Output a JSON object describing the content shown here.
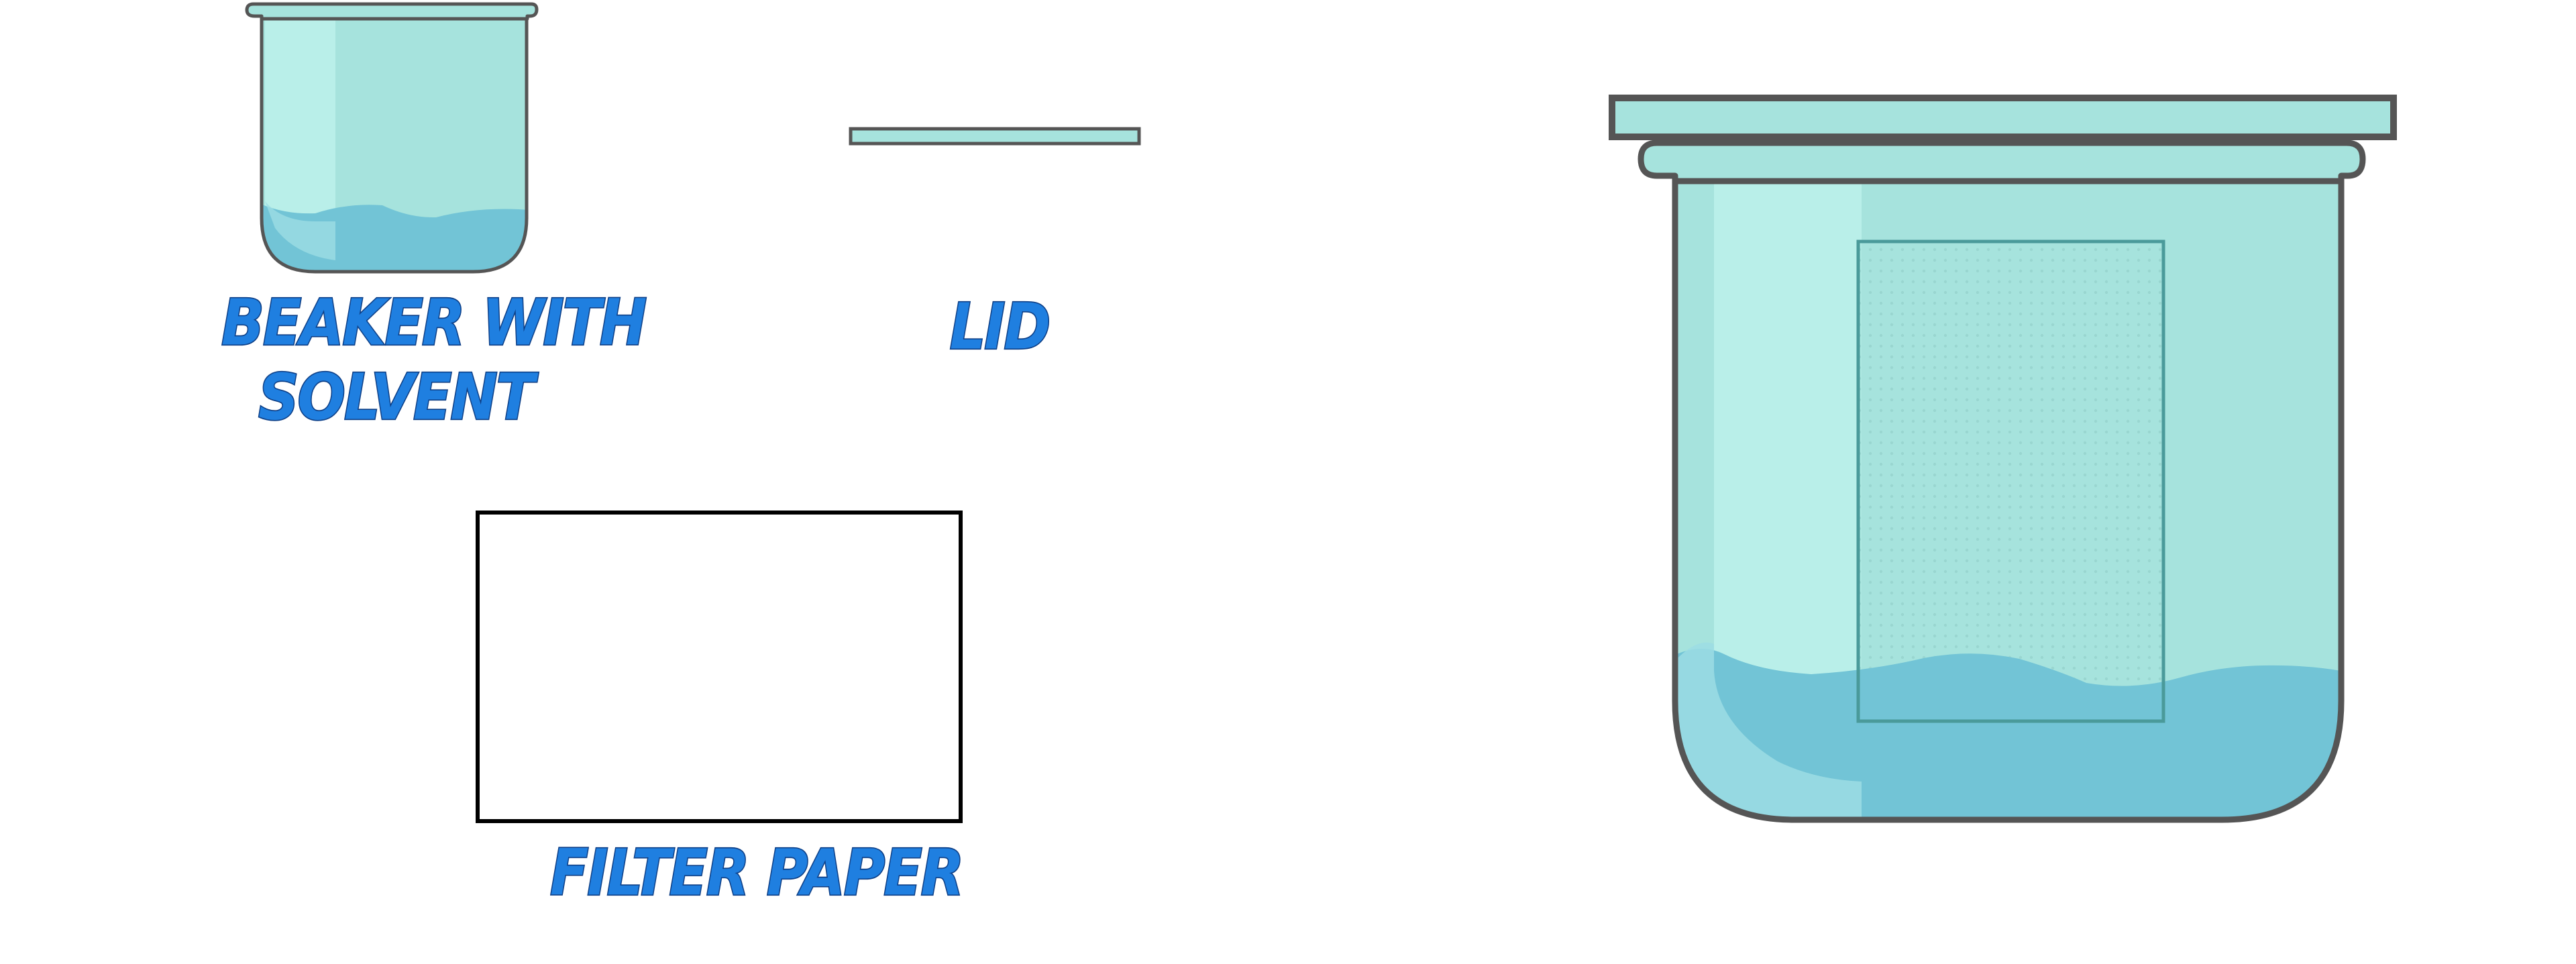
{
  "labels": {
    "beaker": [
      "BEAKER WITH",
      "SOLVENT"
    ],
    "lid": "LID",
    "filter_paper": "FILTER PAPER"
  },
  "colors": {
    "glass": "#a6e3dd",
    "glass_highlight": "#b9efe9",
    "solvent": "#72c4d6",
    "outline": "#555555",
    "label_fill": "#1f7fe0",
    "label_stroke": "#0e3f86",
    "paper_border": "#000000",
    "paper_in_beaker": "#4a9a9a"
  }
}
